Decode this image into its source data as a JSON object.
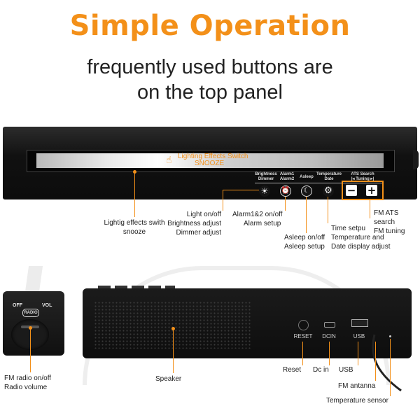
{
  "title": "Simple Operation",
  "subtitle_line1": "frequently used buttons are",
  "subtitle_line2": "on the top panel",
  "accent_color": "#f39019",
  "top_panel": {
    "light_bar_text_line1": "Lighting Effects Switch",
    "light_bar_text_line2": "SNOOZE",
    "hand_icon": "hand-pointer-icon",
    "buttons": [
      {
        "head1": "Brightness",
        "head2": "Dimmer",
        "icon": "brightness-icon",
        "glyph": "☀"
      },
      {
        "head1": "Alarm1",
        "head2": "Alarm2",
        "icon": "alarm-clock-icon",
        "glyph": "⏰"
      },
      {
        "head1": "Asleep",
        "head2": "",
        "icon": "sleep-icon",
        "glyph": "☾"
      },
      {
        "head1": "Temperature",
        "head2": "Date",
        "icon": "gear-icon",
        "glyph": "⚙"
      }
    ],
    "ats_head1": "ATS Search",
    "ats_head2": "|◂ Tuning ▸|",
    "minus": "−",
    "plus": "+"
  },
  "annotations": {
    "light_effects": [
      "Lightig effects swith",
      "snooze"
    ],
    "brightness": [
      "Light on/off",
      "Brightness adjust",
      "Dimmer adjust"
    ],
    "alarm": [
      "Alarm1&2 on/off",
      "Alarm setup"
    ],
    "sleep": [
      "Asleep on/off",
      "Asleep setup"
    ],
    "temp": [
      "Time setpu",
      "Temperature and",
      "Date display adjust"
    ],
    "ats": [
      "FM ATS search",
      "FM tuning"
    ],
    "fm_radio": [
      "FM radio on/off",
      "Radio volume"
    ],
    "speaker": "Speaker",
    "reset": "Reset",
    "dcin": "Dc in",
    "usb": "USB",
    "antenna": "FM antanna",
    "sensor": "Temperature sensor"
  },
  "back_panel": {
    "reset_label": "RESET",
    "dcin_label": "DCIN",
    "usb_label": "USB"
  },
  "side_unit": {
    "off_label": "OFF",
    "vol_label": "VOL",
    "radio_label": "RADIO"
  }
}
